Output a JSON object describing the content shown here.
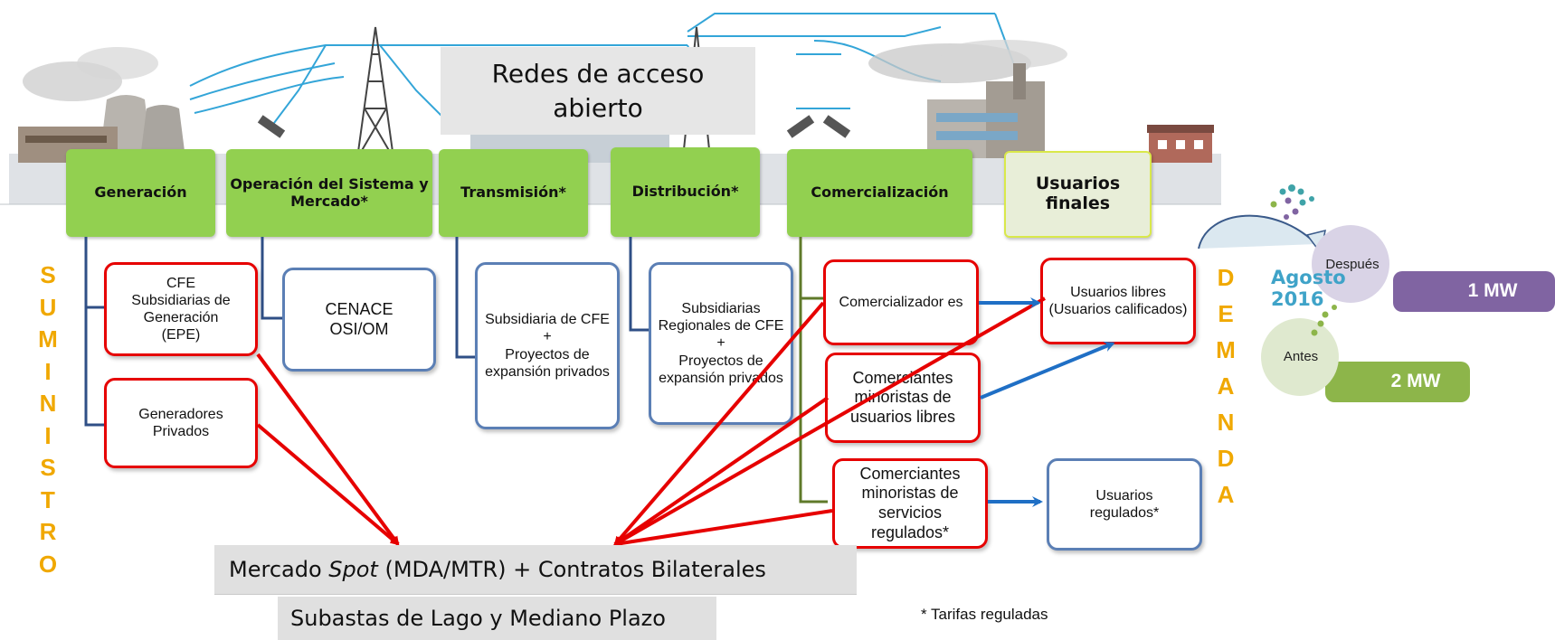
{
  "top_banner": {
    "line1": "Redes de acceso",
    "line2": "abierto"
  },
  "stages": [
    {
      "label": "Generación"
    },
    {
      "label": "Operación del Sistema y Mercado*"
    },
    {
      "label": "Transmisión*"
    },
    {
      "label": "Distribución*"
    },
    {
      "label": "Comercialización"
    },
    {
      "label": "Usuarios finales"
    }
  ],
  "supply_letters": [
    "S",
    "U",
    "M",
    "I",
    "N",
    "I",
    "S",
    "T",
    "R",
    "O"
  ],
  "demand_letters": [
    "D",
    "E",
    "M",
    "A",
    "N",
    "D",
    "A"
  ],
  "boxes": {
    "cfe_gen": "CFE\nSubsidiarias de Generación\n(EPE)",
    "gen_priv": "Generadores\nPrivados",
    "cenace": "CENACE\nOSI/OM",
    "transmision": "Subsidiaria de CFE\n+\nProyectos de expansión privados",
    "distribucion": "Subsidiarias Regionales de CFE\n+\nProyectos de expansión privados",
    "comercializadores": "Comercializador es",
    "comerciantes_libres": "Comerciantes minoristas de usuarios libres",
    "comerciantes_regulados": "Comerciantes minoristas de servicios regulados*",
    "usuarios_libres": "Usuarios libres\n(Usuarios calificados)",
    "usuarios_regulados": "Usuarios\nregulados*"
  },
  "market": {
    "prefix": "Mercado ",
    "spot": "Spot",
    "suffix": " (MDA/MTR) + Contratos Bilaterales"
  },
  "auctions": "Subastas de Lago y Mediano Plazo",
  "footnote": "* Tarifas reguladas",
  "threshold": {
    "date_month": "Agosto",
    "date_year": "2016",
    "after_label": "Después",
    "before_label": "Antes",
    "after_value": "1 MW",
    "before_value": "2 MW"
  },
  "colors": {
    "stage_green": "#92d050",
    "supply_orange": "#f0a800",
    "arrow_red": "#e60000",
    "arrow_blue": "#1f6fc5",
    "after_purple": "#8064a2",
    "before_green": "#8db54a"
  }
}
